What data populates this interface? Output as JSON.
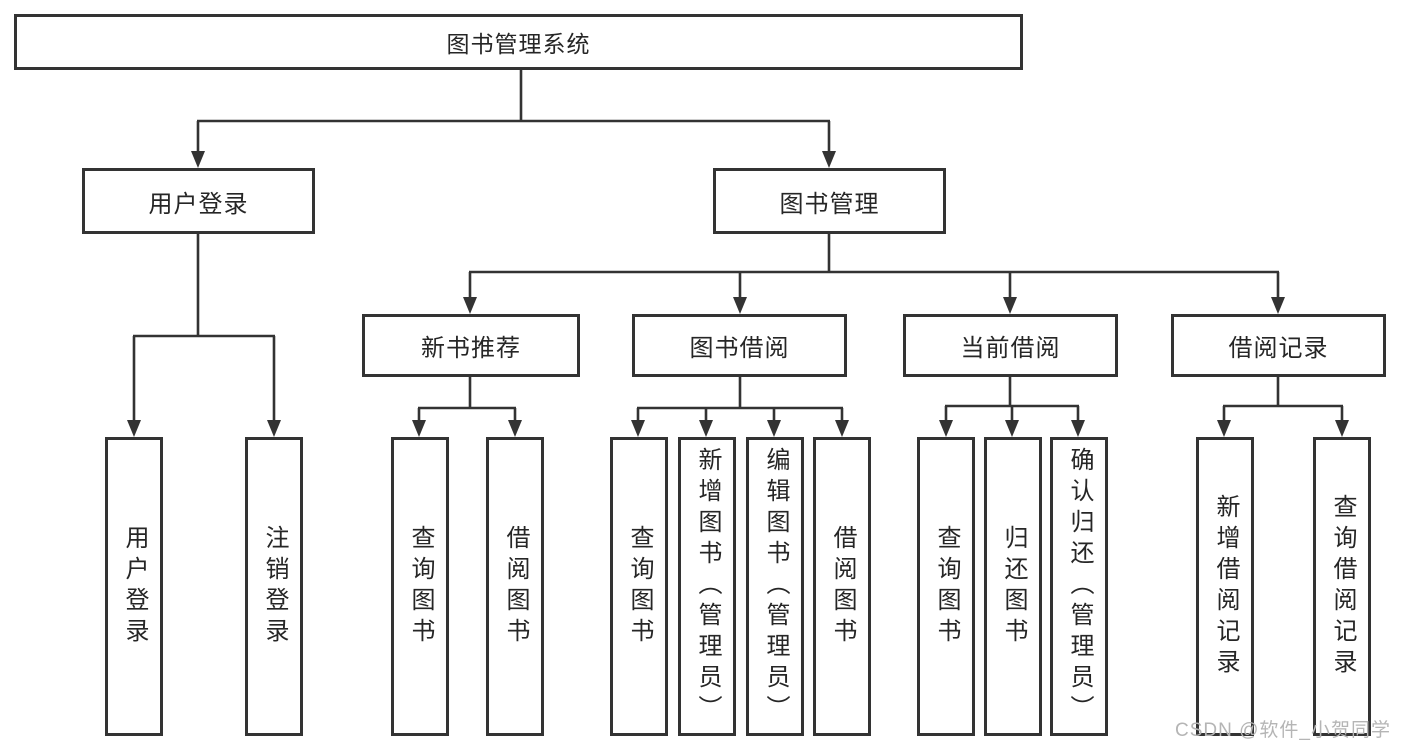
{
  "tree": {
    "root": {
      "label": "图书管理系统",
      "children": [
        {
          "label": "用户登录",
          "children": [
            {
              "label": "用户登录"
            },
            {
              "label": "注销登录"
            }
          ]
        },
        {
          "label": "图书管理",
          "children": [
            {
              "label": "新书推荐",
              "children": [
                {
                  "label": "查询图书"
                },
                {
                  "label": "借阅图书"
                }
              ]
            },
            {
              "label": "图书借阅",
              "children": [
                {
                  "label": "查询图书"
                },
                {
                  "label": "新增图书（管理员）"
                },
                {
                  "label": "编辑图书（管理员）"
                },
                {
                  "label": "借阅图书"
                }
              ]
            },
            {
              "label": "当前借阅",
              "children": [
                {
                  "label": "查询图书"
                },
                {
                  "label": "归还图书"
                },
                {
                  "label": "确认归还（管理员）"
                }
              ]
            },
            {
              "label": "借阅记录",
              "children": [
                {
                  "label": "新增借阅记录"
                },
                {
                  "label": "查询借阅记录"
                }
              ]
            }
          ]
        }
      ]
    }
  },
  "colors": {
    "line": "#333333",
    "text": "#262626",
    "watermark": "#b5b5b5"
  },
  "watermark": {
    "text": "CSDN @软件_小贺同学"
  }
}
